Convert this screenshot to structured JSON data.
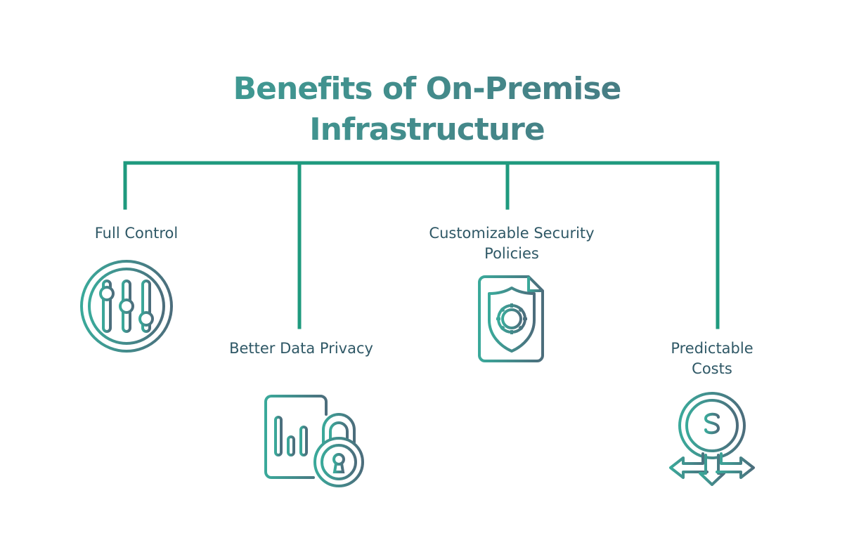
{
  "title": {
    "line1": "Benefits of On-Premise",
    "line2": "Infrastructure"
  },
  "benefits": [
    {
      "label": "Full Control",
      "icon": "sliders-icon"
    },
    {
      "label": "Better Data Privacy",
      "icon": "data-lock-icon"
    },
    {
      "label_line1": "Customizable Security",
      "label_line2": "Policies",
      "icon": "shield-gear-document-icon"
    },
    {
      "label_line1": "Predictable",
      "label_line2": "Costs",
      "icon": "dollar-clock-arrows-icon"
    }
  ],
  "colors": {
    "connector": "#1f9a7e",
    "gradient_start": "#3aa99a",
    "gradient_end": "#4c6d7c",
    "label": "#2f5866"
  }
}
